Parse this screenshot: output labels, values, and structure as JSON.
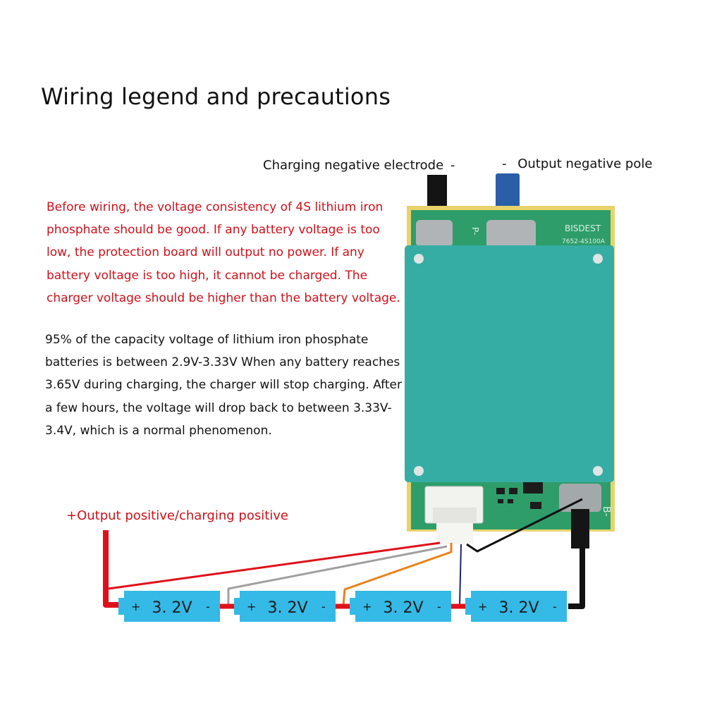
{
  "title": "Wiring legend and precautions",
  "labels": {
    "charging_negative": "Charging negative electrode",
    "charging_negative_sign": "-",
    "output_negative_sign": "-",
    "output_negative": "Output negative pole",
    "output_positive": "+Output positive/charging positive"
  },
  "warning_text": "Before wiring, the voltage consistency of 4S lithium iron phosphate should be good. If any battery voltage is too low, the protection board will output no power. If any battery voltage is too high, it cannot be charged. The charger voltage should be higher than the battery voltage.",
  "info_text": "95% of the capacity voltage of lithium iron phosphate batteries is between 2.9V-3.33V When any battery reaches 3.65V during charging, the charger will stop charging. After a few hours, the voltage will drop back to between 3.33V-3.4V, which is a normal phenomenon.",
  "board": {
    "brand": "BISDEST",
    "model": "7652-4S100A",
    "pad_left": "B-",
    "pad_right": "P-"
  },
  "batteries": [
    {
      "label": "3. 2V",
      "plus": "+",
      "minus": "-"
    },
    {
      "label": "3. 2V",
      "plus": "+",
      "minus": "-"
    },
    {
      "label": "3. 2V",
      "plus": "+",
      "minus": "-"
    },
    {
      "label": "3. 2V",
      "plus": "+",
      "minus": "-"
    }
  ],
  "colors": {
    "warning_text": "#d0101a",
    "board_pcb": "#2e9d6a",
    "board_cover": "#36ada4",
    "board_base": "#e8d36a",
    "battery": "#35b9e6",
    "wire_red": "#e0101a",
    "wire_black": "#111111",
    "wire_blue": "#2a5fa8",
    "wire_gray": "#a0a0a0",
    "wire_orange": "#e8821a",
    "wire_navy": "#1a237e"
  }
}
